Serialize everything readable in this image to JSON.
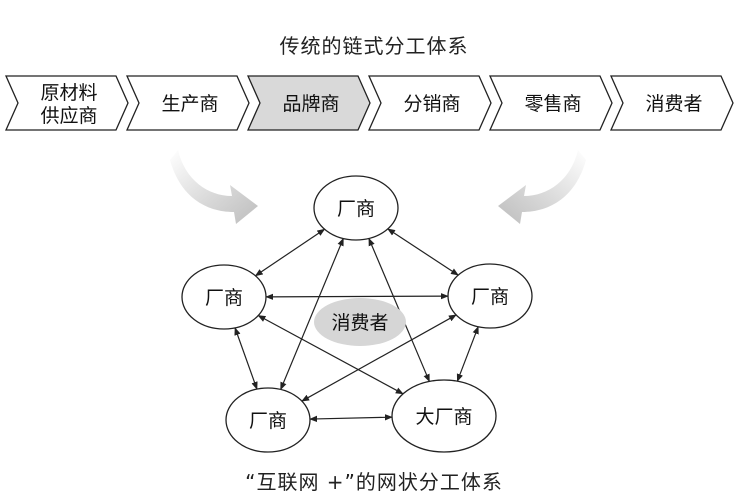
{
  "top_title": "传统的链式分工体系",
  "chain": [
    {
      "lines": [
        "原材料",
        "供应商"
      ],
      "highlight": false
    },
    {
      "lines": [
        "生产商"
      ],
      "highlight": false
    },
    {
      "lines": [
        "品牌商"
      ],
      "highlight": true
    },
    {
      "lines": [
        "分销商"
      ],
      "highlight": false
    },
    {
      "lines": [
        "零售商"
      ],
      "highlight": false
    },
    {
      "lines": [
        "消费者"
      ],
      "highlight": false
    }
  ],
  "network": {
    "nodes": [
      {
        "id": "top",
        "label": "厂商"
      },
      {
        "id": "left",
        "label": "厂商"
      },
      {
        "id": "right",
        "label": "厂商"
      },
      {
        "id": "bottom-left",
        "label": "厂商"
      },
      {
        "id": "bottom-right",
        "label": "大厂商"
      }
    ],
    "center_label": "消费者"
  },
  "bottom_title": "“互联网 +”的网状分工体系",
  "colors": {
    "highlight_fill": "#d9d9d9",
    "center_fill": "#d6d6d6",
    "stroke": "#222222",
    "curve_arrow": "#cfcfcf"
  }
}
